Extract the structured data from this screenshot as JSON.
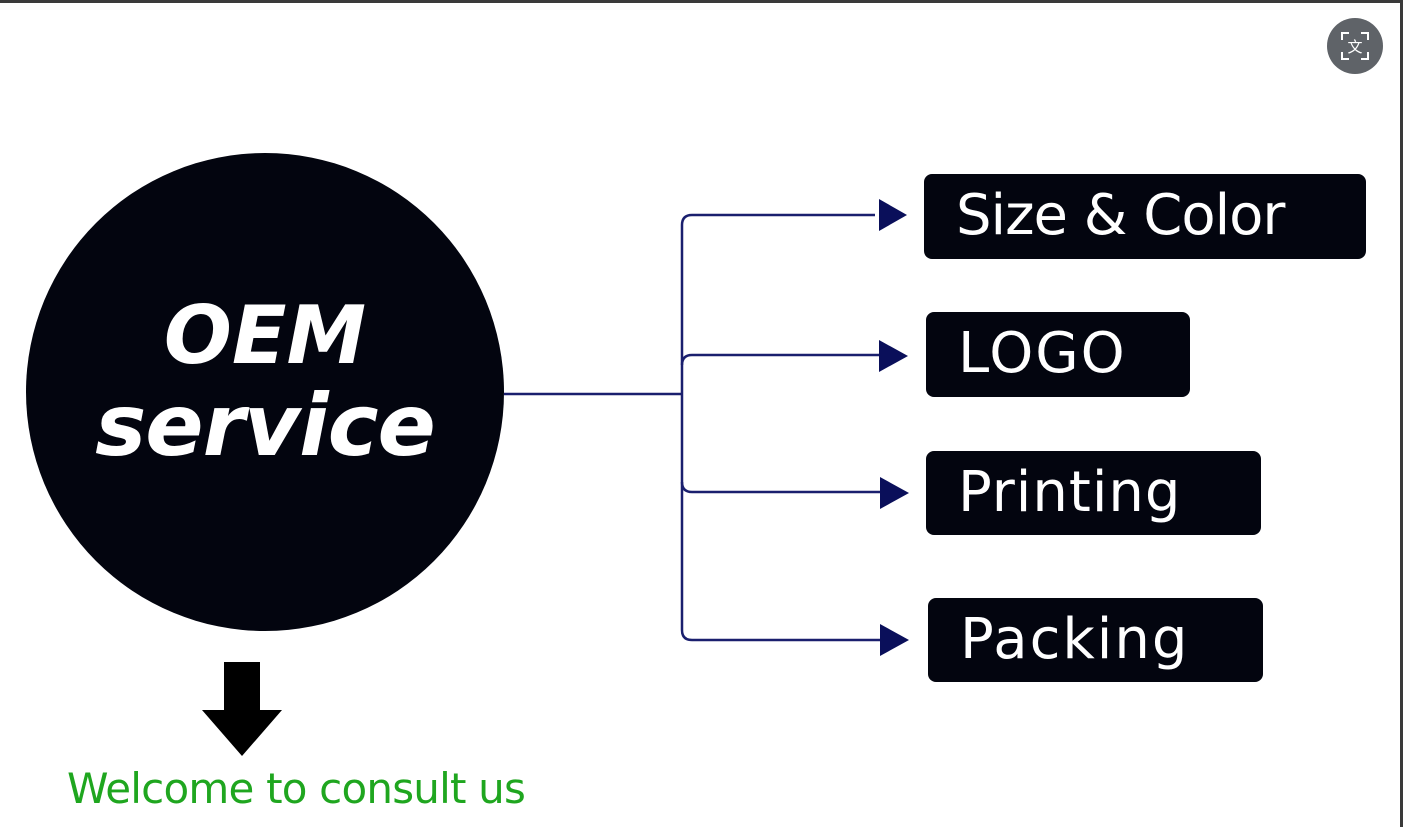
{
  "toolbar": {
    "translate_icon": "translate-icon"
  },
  "diagram": {
    "center": {
      "line1": "OEM",
      "line2": "service"
    },
    "items": [
      {
        "label": "Size & Color"
      },
      {
        "label": "LOGO"
      },
      {
        "label": "Printing"
      },
      {
        "label": "Packing"
      }
    ],
    "connector_color": "#1a1f6e",
    "box_color": "#03050f"
  },
  "footer": {
    "message": "Welcome to consult us",
    "message_color": "#1fa61f"
  }
}
